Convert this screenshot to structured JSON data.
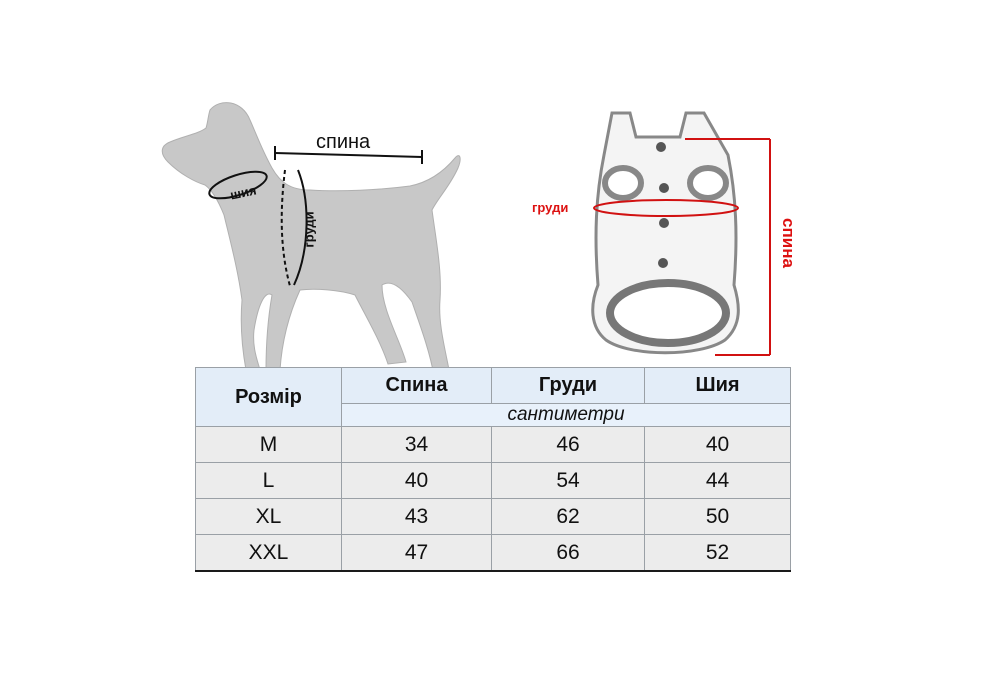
{
  "diagram": {
    "dog_labels": {
      "back": "спина",
      "neck": "шия",
      "chest": "груди"
    },
    "vest_labels": {
      "chest": "груди",
      "back": "спина"
    },
    "colors": {
      "measure_red": "#d11111",
      "dog_fill": "#c8c8c8",
      "header_bg": "#e3edf8",
      "cell_bg": "#ececec"
    }
  },
  "table": {
    "headers": [
      "Розмір",
      "Спина",
      "Груди",
      "Шия"
    ],
    "unit": "сантиметри",
    "rows": [
      {
        "size": "M",
        "back": "34",
        "chest": "46",
        "neck": "40"
      },
      {
        "size": "L",
        "back": "40",
        "chest": "54",
        "neck": "44"
      },
      {
        "size": "XL",
        "back": "43",
        "chest": "62",
        "neck": "50"
      },
      {
        "size": "XXL",
        "back": "47",
        "chest": "66",
        "neck": "52"
      }
    ]
  }
}
